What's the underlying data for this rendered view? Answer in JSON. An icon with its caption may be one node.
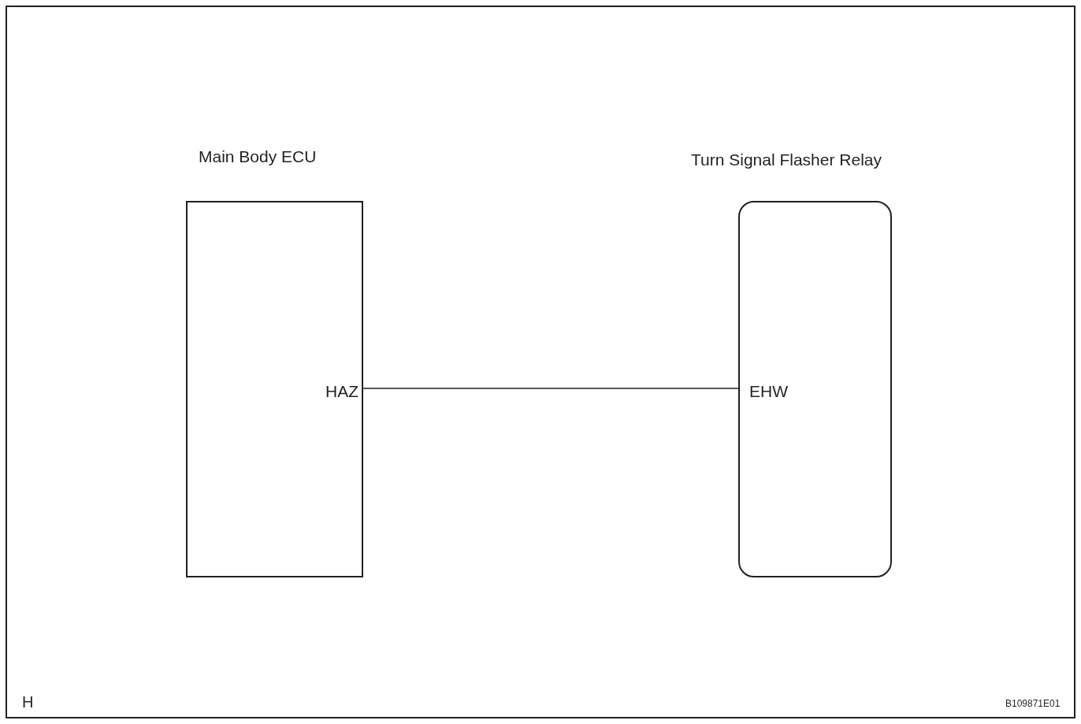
{
  "diagram": {
    "nodes": [
      {
        "text": [
          "Main Body ECU",
          "HAZ"
        ]
      },
      {
        "text": [
          "Turn Signal Flasher Relay",
          "EHW"
        ]
      }
    ],
    "edges": [
      {
        "from": 0,
        "to": 1,
        "arrow": "none"
      }
    ],
    "labels": [
      "H",
      "B109871E01"
    ]
  }
}
